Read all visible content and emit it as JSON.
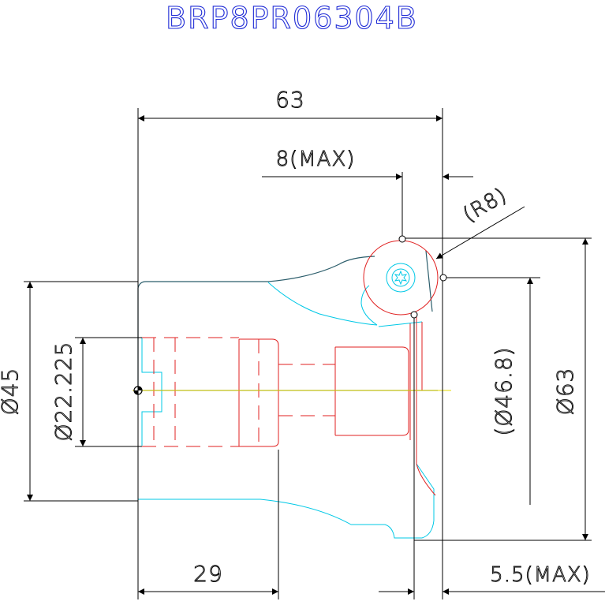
{
  "drawing": {
    "part_number": "BRP8PR06304B",
    "dimensions": {
      "overall_length": "63",
      "tip_max": "8(MAX)",
      "tip_radius": "(R8)",
      "circle_dia": "(Ø46.8)",
      "head_dia": "Ø63",
      "shank_dia": "Ø45",
      "bore_dia": "Ø22.225",
      "shank_length": "29",
      "rear_max": "5.5(MAX)"
    }
  }
}
